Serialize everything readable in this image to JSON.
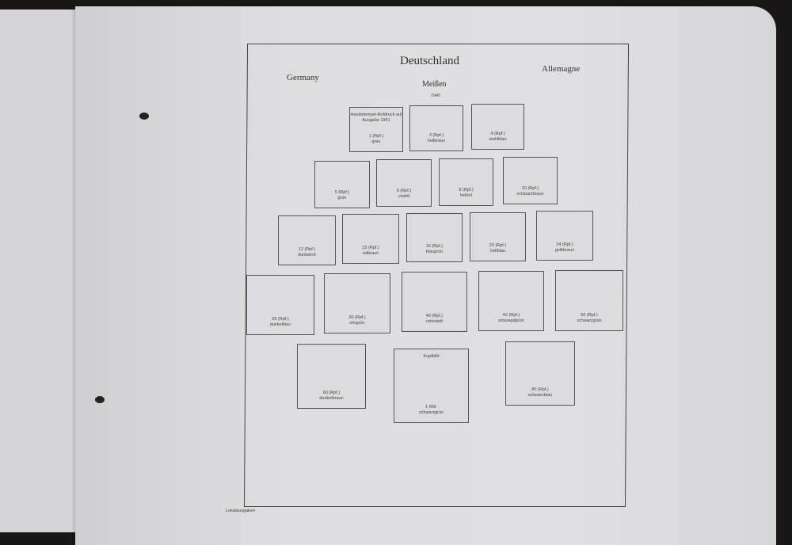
{
  "header": {
    "title": "Deutschland",
    "left": "Germany",
    "right": "Allemagne",
    "subtitle": "Meißen",
    "year": "1945"
  },
  "stamps": [
    {
      "top": "Handstempel-Aufdruck auf Ausgabe 1941",
      "value": "1 (Rpf.)",
      "color": "grau"
    },
    {
      "value": "3 (Rpf.)",
      "color": "hellbraun"
    },
    {
      "value": "4 (Rpf.)",
      "color": "stahlblau"
    },
    {
      "value": "5 (Rpf.)",
      "color": "grün"
    },
    {
      "value": "6 (Rpf.)",
      "color": "violett"
    },
    {
      "value": "8 (Rpf.)",
      "color": "hellrot"
    },
    {
      "value": "10 (Rpf.)",
      "color": "schwarzbraun"
    },
    {
      "value": "12 (Rpf.)",
      "color": "dunkelrot"
    },
    {
      "value": "15 (Rpf.)",
      "color": "rotbraun"
    },
    {
      "value": "16 (Rpf.)",
      "color": "blaugrün"
    },
    {
      "value": "20 (Rpf.)",
      "color": "hellblau"
    },
    {
      "value": "24 (Rpf.)",
      "color": "gelbbraun"
    },
    {
      "value": "25 (Rpf.)",
      "color": "dunkelblau"
    },
    {
      "value": "30 (Rpf.)",
      "color": "olivgrün"
    },
    {
      "value": "40 (Rpf.)",
      "color": "rotviolett"
    },
    {
      "value": "42 (Rpf.)",
      "color": "smaragdgrün"
    },
    {
      "value": "50 (Rpf.)",
      "color": "schwarzgrün"
    },
    {
      "value": "60 (Rpf.)",
      "color": "dunkelbraun"
    },
    {
      "top": "Kopfbild",
      "value": "1 RM.",
      "color": "schwarzgrün"
    },
    {
      "value": "80 (Rpf.)",
      "color": "schwarzblau"
    }
  ],
  "footer": "Lokalausgaben"
}
